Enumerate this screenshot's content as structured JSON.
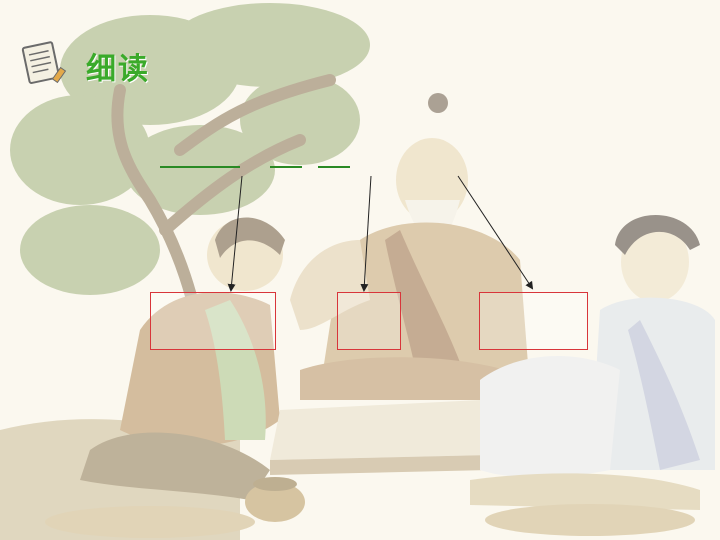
{
  "heading": {
    "icon": "notepad-icon",
    "text": "细读"
  },
  "sentence": {
    "glyphs": [
      "",
      "",
      "",
      "",
      "",
      "",
      "",
      "",
      "",
      "",
      "",
      "",
      "",
      ""
    ],
    "underlined": [
      3,
      4,
      5,
      6
    ],
    "color": "#2a8a24"
  },
  "annotations": [
    {
      "text": ""
    },
    {
      "text": ""
    },
    {
      "text": ""
    }
  ],
  "colors": {
    "box_border": "#d8353a",
    "text_green": "#2a8a24",
    "heading_green": "#3aaa2a"
  }
}
